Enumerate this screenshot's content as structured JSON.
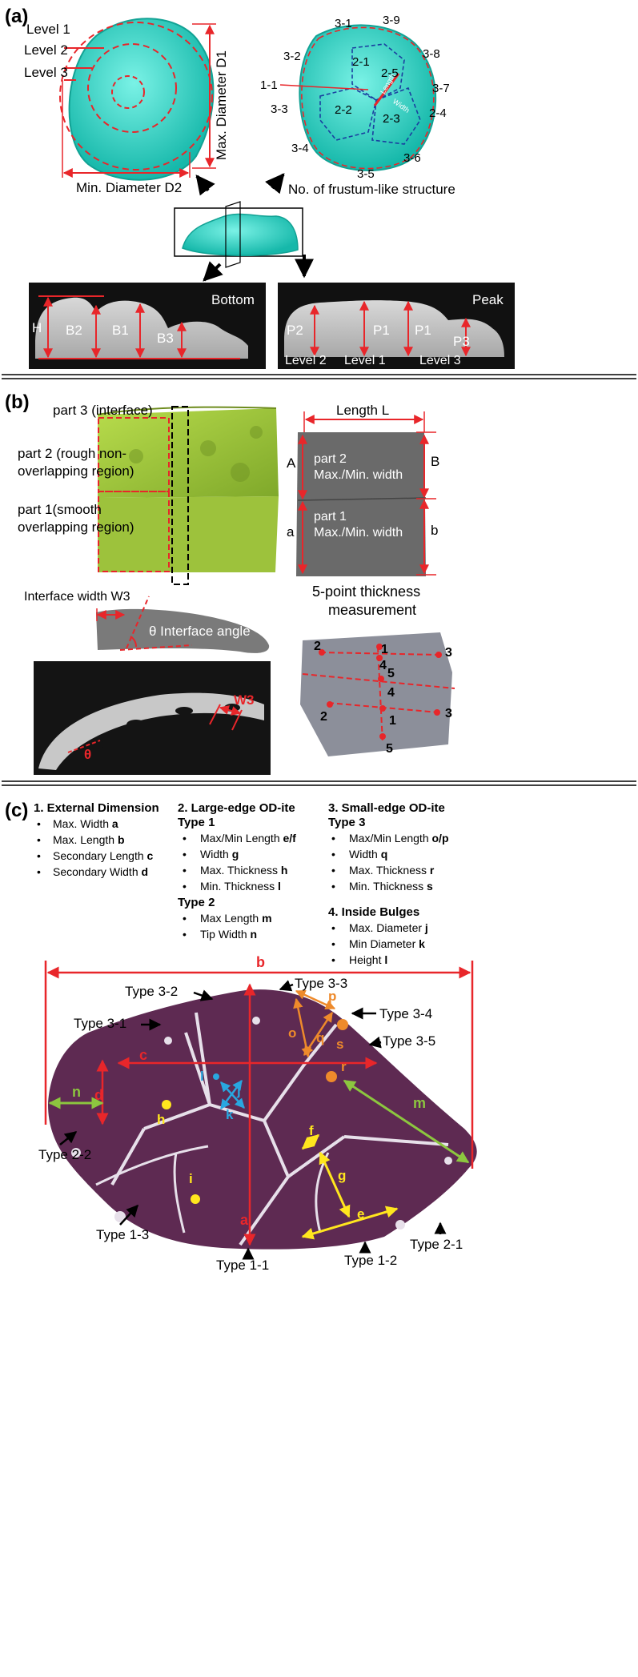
{
  "panel_a": {
    "tag": "(a)",
    "level1": "Level 1",
    "level2": "Level 2",
    "level3": "Level 3",
    "max_diameter": "Max. Diameter D1",
    "min_diameter": "Min. Diameter D2",
    "frustum_label": "No. of frustum-like structure",
    "region_labels": [
      "3-1",
      "3-9",
      "3-2",
      "3-8",
      "2-1",
      "2-5",
      "1-1",
      "3-7",
      "3-3",
      "2-2",
      "2-4",
      "2-3",
      "3-4",
      "3-6",
      "3-5"
    ],
    "length_text": "Length",
    "width_text": "Width",
    "bottom": "Bottom",
    "peak": "Peak",
    "h": "H",
    "b1": "B1",
    "b2": "B2",
    "b3": "B3",
    "p1": "P1",
    "p2": "P2",
    "p1b": "P1",
    "p3": "P3",
    "cs_level2": "Level 2",
    "cs_level1": "Level 1",
    "cs_level3": "Level 3"
  },
  "panel_b": {
    "tag": "(b)",
    "part3": "part 3 (interface)",
    "part2_l1": "part 2  (rough non-",
    "part2_l2": "overlapping region)",
    "part1_l1": "part 1(smooth",
    "part1_l2": "overlapping region)",
    "length_l": "Length L",
    "a_upper": "A",
    "b_upper": "B",
    "a_lower": "a",
    "b_lower": "b",
    "p2_l1": "part 2",
    "p2_l2": "Max./Min. width",
    "p1_l1": "part 1",
    "p1_l2": "Max./Min. width",
    "interface_width": "Interface width W3",
    "interface_angle": "θ Interface angle",
    "thick_l1": "5-point thickness",
    "thick_l2": "measurement",
    "w3": "W3",
    "theta": "θ",
    "pts": [
      "1",
      "2",
      "3",
      "4",
      "5",
      "2",
      "3",
      "4",
      "5",
      "1"
    ]
  },
  "panel_c": {
    "tag": "(c)",
    "col1": {
      "title": "1. External Dimension",
      "items": [
        [
          "Max. Width ",
          "a"
        ],
        [
          "Max. Length ",
          "b"
        ],
        [
          "Secondary Length ",
          "c"
        ],
        [
          "Secondary Width ",
          "d"
        ]
      ]
    },
    "col2": {
      "title_l1": "2. Large-edge OD-ite",
      "type1": "Type 1",
      "items1": [
        [
          "Max/Min Length ",
          "e/f"
        ],
        [
          "Width ",
          "g"
        ],
        [
          "Max. Thickness ",
          "h"
        ],
        [
          "Min. Thickness ",
          "l"
        ]
      ],
      "type2": "Type 2",
      "items2": [
        [
          "Max Length ",
          "m"
        ],
        [
          "Tip Width ",
          "n"
        ]
      ]
    },
    "col3": {
      "title_l1": "3. Small-edge OD-ite",
      "type3": "Type 3",
      "items": [
        [
          "Max/Min Length ",
          "o/p"
        ],
        [
          "Width ",
          "q"
        ],
        [
          "Max. Thickness ",
          "r"
        ],
        [
          "Min. Thickness ",
          "s"
        ]
      ]
    },
    "col4": {
      "title": "4. Inside Bulges",
      "items": [
        [
          "Max. Diameter ",
          "j"
        ],
        [
          "Min Diameter ",
          "k"
        ],
        [
          "Height ",
          "l"
        ]
      ]
    },
    "types": {
      "t32": "Type 3-2",
      "t33": "Type 3-3",
      "t34": "Type 3-4",
      "t31": "Type 3-1",
      "t35": "Type 3-5",
      "t22": "Type 2-2",
      "t13": "Type 1-3",
      "t11": "Type 1-1",
      "t12": "Type 1-2",
      "t21": "Type 2-1"
    },
    "letters": {
      "b": "b",
      "c": "c",
      "n": "n",
      "d": "d",
      "a": "a",
      "h": "h",
      "i": "i",
      "j": "j",
      "k": "k",
      "l": "l",
      "m": "m",
      "f": "f",
      "g": "g",
      "e": "e",
      "p": "p",
      "q": "q",
      "o": "o",
      "s": "s",
      "r": "r"
    }
  },
  "colors": {
    "red": "#e8262a",
    "cyan": "#2fd6c6",
    "green": "#9ec43b",
    "purple": "#5e2a52",
    "yellow": "#ffe61e",
    "orange": "#ee8a2b",
    "lightgreen": "#8cc63f",
    "blue": "#29a7e0"
  }
}
